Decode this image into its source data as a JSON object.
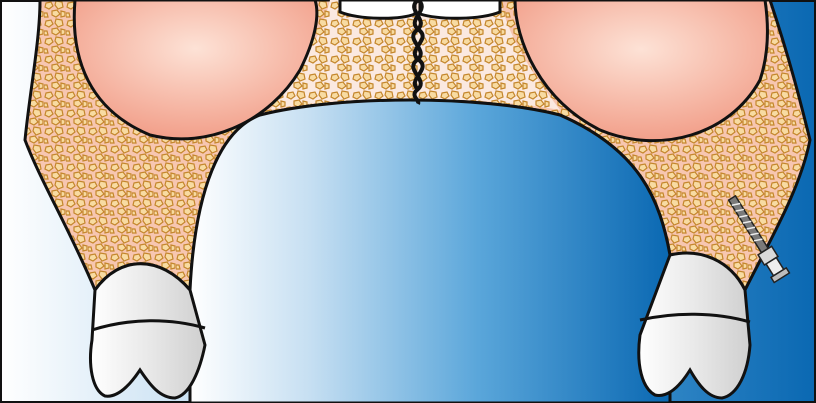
{
  "figure": {
    "description_free": true,
    "colors": {
      "background_light": "#f4f8fc",
      "background_mid": "#7fb7e0",
      "background_dark": "#0f6db4",
      "bone_pink": "#f3a58f",
      "gum_light": "#fbe6dc",
      "trabecular_fill": "#f6d9a0",
      "trabecular_edge": "#c98a2a",
      "tooth": "#e6e6e6",
      "outline": "#111111",
      "screw": "#9a9a9a"
    },
    "parts": [
      {
        "id": "left-molar-crown",
        "icon": "tooth-crown-icon"
      },
      {
        "id": "right-molar-crown",
        "icon": "tooth-crown-icon"
      },
      {
        "id": "left-premolar",
        "icon": "tooth-icon"
      },
      {
        "id": "right-premolar",
        "icon": "tooth-icon"
      },
      {
        "id": "midpalatal-suture",
        "icon": "suture-icon"
      },
      {
        "id": "mini-screw",
        "icon": "screw-icon"
      }
    ]
  }
}
